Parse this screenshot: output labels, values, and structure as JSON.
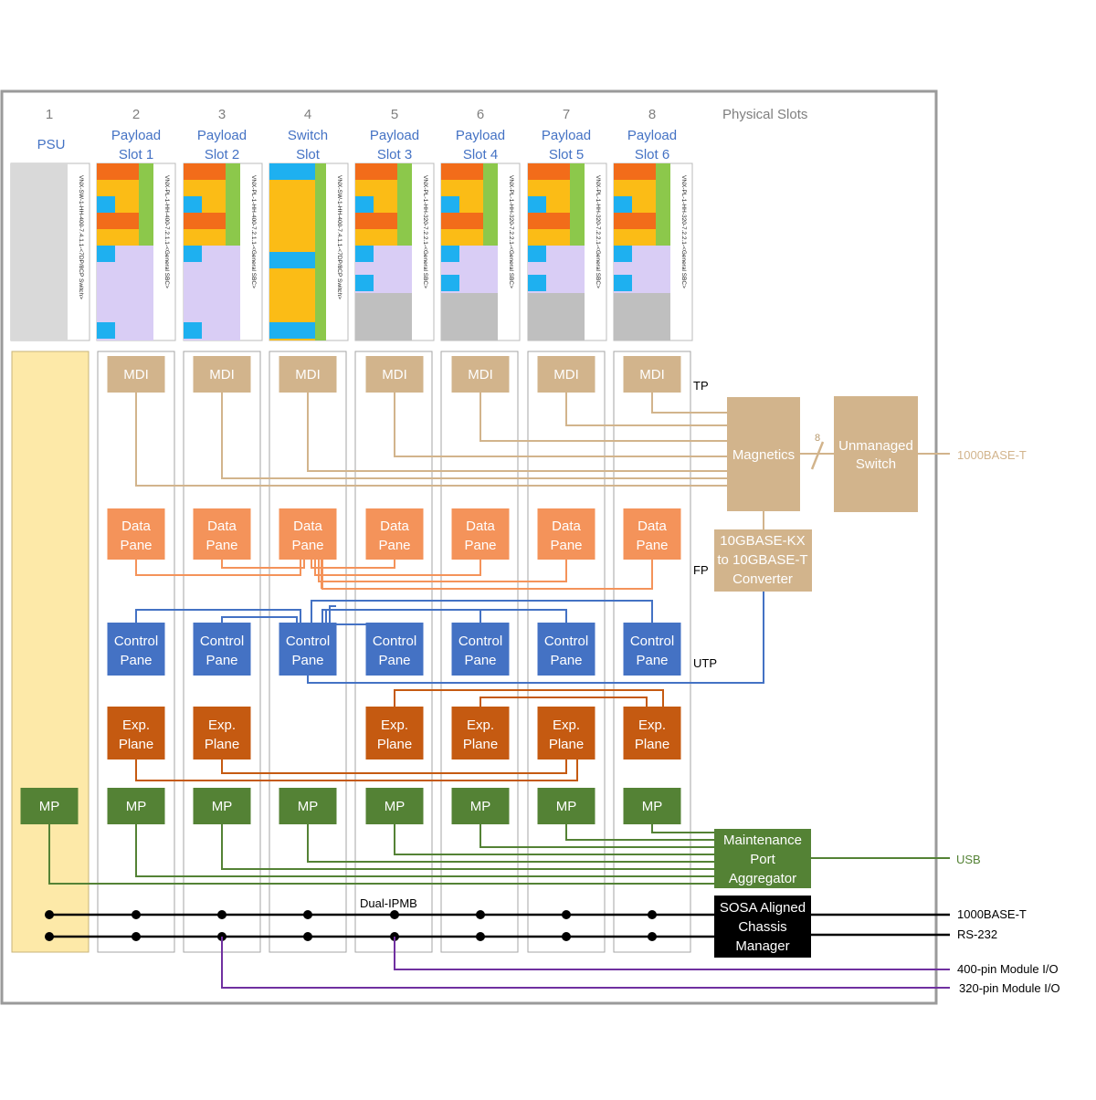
{
  "header": {
    "slot_numbers": [
      "1",
      "2",
      "3",
      "4",
      "5",
      "6",
      "7",
      "8"
    ],
    "slot_names": [
      [
        "PSU"
      ],
      [
        "Payload",
        "Slot 1"
      ],
      [
        "Payload",
        "Slot 2"
      ],
      [
        "Switch",
        "Slot"
      ],
      [
        "Payload",
        "Slot 3"
      ],
      [
        "Payload",
        "Slot 4"
      ],
      [
        "Payload",
        "Slot 5"
      ],
      [
        "Payload",
        "Slot 6"
      ]
    ],
    "physical_slots_label": "Physical Slots"
  },
  "card_profiles": [
    "VNX-SW-1-HH-400-7.4.1.1-<7DP/8CP Switch>",
    "VNX-PL-1-HH-400-7.2.1.1-<General SBC>",
    "VNX-PL-1-HH-400-7.2.1.1-<General SBC>",
    "VNX-SW-1-HH-400-7.4.1.1-<7DP/8CP Switch>",
    "VNX-PL-1-HH-320-7.2.2.1-<General SBC>",
    "VNX-PL-1-HH-320-7.2.2.1-<General SBC>",
    "VNX-PL-1-HH-320-7.2.2.1-<General SBC>",
    "VNX-PL-1-HH-320-7.2.2.1-<General SBC>"
  ],
  "blocks": {
    "mdi": "MDI",
    "data_pane": [
      "Data",
      "Pane"
    ],
    "control_pane": [
      "Control",
      "Pane"
    ],
    "exp_plane": [
      "Exp.",
      "Plane"
    ],
    "mp": "MP"
  },
  "plane_labels": {
    "tp": "TP",
    "fp": "FP",
    "utp": "UTP"
  },
  "components": {
    "magnetics": "Magnetics",
    "unmanaged_switch": [
      "Unmanaged",
      "Switch"
    ],
    "converter": [
      "10GBASE-KX",
      "to 10GBASE-T",
      "Converter"
    ],
    "maintenance": [
      "Maintenance",
      "Port",
      "Aggregator"
    ],
    "chassis_manager": [
      "SOSA Aligned",
      "Chassis",
      "Manager"
    ],
    "link_count": "8",
    "dual_ipmb": "Dual-IPMB"
  },
  "external_io": {
    "ethernet_top": "1000BASE-T",
    "usb": "USB",
    "ethernet_bottom": "1000BASE-T",
    "serial": "RS-232",
    "module_io_400": "400-pin Module I/O",
    "module_io_320": "320-pin Module I/O"
  },
  "colors": {
    "mdi": "#d2b48c",
    "data": "#f4935a",
    "control": "#4472c4",
    "exp": "#c55a11",
    "mp": "#548235",
    "psu_bar": "#fde9a8",
    "ipmb": "#000000",
    "module_io": "#7030a0",
    "slot_header": "#4472c4"
  }
}
